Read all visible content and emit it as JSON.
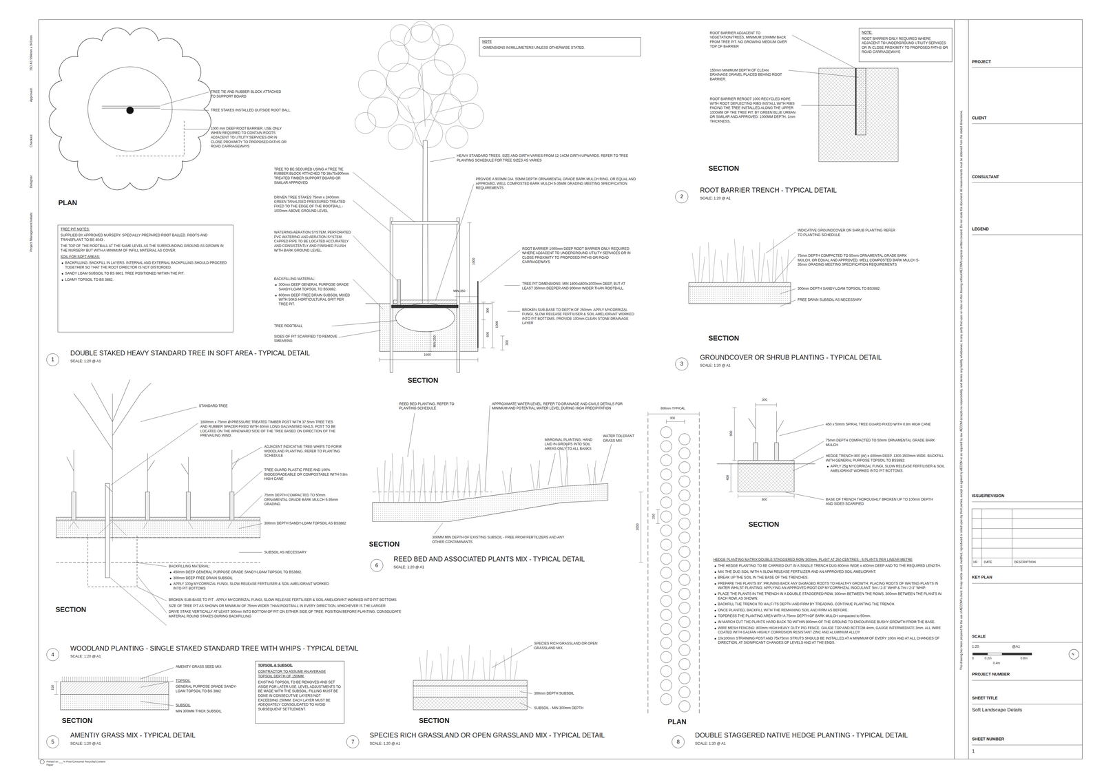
{
  "diagram": {
    "nodes": [
      {
        "text": [
          "TREE PIT NOTES:",
          "SUPPLIED BY APPROVED NURSERY. SPECIALLY PREPARED ROOT BALLED. ROOTS AND TRANSPLANT TO BS 4043 .",
          "THE TOP OF THE ROOTBALL AT THE SAME LEVEL AS THE SURROUNDING GROUND AS GROWN IN THE NURSERY BUT WITH A MINIMUM OF INFILL MATERIAL AS COVER.",
          "SOIL FOR SOFT AREAS:",
          "BACKFILLING: BACKFILL IN LAYERS. INTERNAL AND EXTERNAL BACKFILLING SHOULD PROCEED TOGETHER SO THAT THE ROOT DIRECTOR IS NOT DISTORDED.",
          "SANDY LOAM SUBSOIL TO BS 8601. TREE POSITIONED WITHIN THE PIT.",
          "LOAMY TOPSOIL TO BS 3882."
        ]
      },
      {
        "text": [
          "NOTE",
          "-DIMENSIONS IN MILLIMETERS UNLESS OTHERWISE STATED."
        ]
      },
      {
        "text": [
          "NOTE:",
          "ROOT BARRIER ONLY REQUIRED WHERE ADJACENT TO UNDERGROUND UTILITY SERVICES OR IN CLOSE PROXIMITY TO PROPOSED PATHS OR ROAD CARRIAGEWAYS"
        ]
      },
      {
        "text": [
          "TOPSOIL & SUBSOIL",
          "CONTRACTOR TO ASSUME AN AVERAGE TOPSOIL DEPTH OF 150MM.",
          "EXISTING TOPSOIL TO BE REMOVED AND SET ASIDE FOR LATER USE. LEVEL ADJUSTMENTS TO BE MADE WITH THE SUBSOIL. FILLING MUST BE DONE IN CONSECUTIVE LAYERS NOT EXCEEDING 250MM. EACH LAYER MUST BE ADEQUATELY CONSOLIDATED TO AVOID SUBSEQUENT SETTLEMENT."
        ]
      },
      {
        "text": [
          "1"
        ]
      },
      {
        "text": [
          "2"
        ]
      },
      {
        "text": [
          "3"
        ]
      },
      {
        "text": [
          "4"
        ]
      },
      {
        "text": [
          "5"
        ]
      },
      {
        "text": [
          "6"
        ]
      },
      {
        "text": [
          "7"
        ]
      },
      {
        "text": [
          "8"
        ]
      }
    ],
    "labels": [
      "TREE TIE AND RUBBER BLOCK ATTACHED TO SUPPORT BOARD",
      "TREE STAKES INSTALLED OUTSIDE ROOT BALL",
      "1000 mm DEEP ROOT BARRIER. USE ONLY WHEN REQUIRED TO CONTAIN ROOTS ADJACENT TO UTILITY SERVICES OR IN CLOSE PROXIMITY TO PROPOSED PATHS OR ROAD CARRIAGEWAYS",
      "PLAN",
      "DOUBLE STAKED HEAVY STANDARD TREE IN SOFT AREA - TYPICAL DETAIL",
      "SCALE: 1:20 @ A1",
      "TREE TO BE SECURED USING A TREE TIE RUBBER BLOCK ATTACHED TO 38x75x900mm TREATED TIMBER SUPPORT BOARD OR SIMILAR APPROVED",
      "DRIVEN TREE STAKES 75mm x 2400mm GREEN TANALISED PRESSURED TREATED FIXED TO THE EDGE OF THE ROOTBALL - 1000mm ABOVE GROUND LEVEL",
      "WATERING/AERATION SYSTEM, PERFORATED PVC WATERING AND AERATION SYSTEM. CAPPED PIPE TO BE LOCATED ACCURATELY AND CONSISTENTLY AND FINISHED FLUSH WITH BARK GROUND LEVEL.",
      "BACKFILLING MATERIAL:",
      "300mm DEEP GENERAL PURPOSE GRADE SANDY-LOAM TOPSOIL TO BS3882.",
      "600mm DEEP FREE DRAIN SUBSOIL MIXED WITH 50KG HORTICULTURAL GRIT PER TREE PIT.",
      "TREE ROOTBALL",
      "SIDES OF PIT SCARIFIED TO REMOVE SMEARING",
      "HEAVY STANDARD TREES. SIZE AND GIRTH VARIES FROM 12-14CM GIRTH UPWARDS. REFER TO TREE PLANTING SCHEDULE FOR TREE SIZES AS VARIES",
      "PROVIDE A 900MM DIA. 50MM DEPTH ORNAMENTAL GRADE BARK MULCH RING, OR EQUAL AND APPROVED, WELL COMPOSTED BARK MULCH 5-35MM GRADING MEETING SPECIFICATION REQUIREMENTS",
      "ROOT BARRIER 1000mm DEEP ROOT BARRIER ONLY REQUIRED WHERE ADJACENT TO UNDERGROUND UTILITY SERVICES OR IN CLOSE PROXIMITY TO PROPOSED PATHS OR ROAD CARRIAGEWAYS",
      "TREE PIT DIMENSIONS: MIN 1600x1600x1000mm DEEP, BUT AT LEAST 350mm DEEPER AND 800mm WIDER THAN ROOTBALL.",
      "BROKEN SUB-BASE TO DEPTH OF 250mm. APPLY MYCORRIZAL FUNGI, SLOW RELEASE FERTILISER & SOIL AMELIORANT WORKED INTO PIT BOTTOMS. PROVIDE 100mm CLEAN STONE DRAINAGE LAYER",
      "1000",
      "MIN 350",
      "300",
      "600",
      "1000",
      "300",
      "MIN 250",
      "1600",
      "SECTION",
      "ROOT BARRIER ADJACENT TO VEGETATION/TREES, MINIMUM 1000MM BACK FROM TREE PIT. NO GROWING MEDIUM OVER TOP OF BARRIER",
      "150mm MINIMUM DEPTH OF CLEAN DRAINAGE GRAVEL PLACED BEHIND ROOT BARRIER.",
      "ROOT BARRIER REROOT 1000 RECYCLED HDPE WITH ROOT DEFLECTING RIBS INSTALL WITH RIBS FACING THE TREE INSTALLED ALONG THE UPPER 1000MM OF THE TREE PIT. BY GREEN BLUE URBAN OR SIMILAR AND APPROVED. 1000MM DEPTH, 1mm THICKNESS,",
      "SECTION",
      "ROOT BARRIER TRENCH - TYPICAL DETAIL",
      "SCALE: 1:20 @ A1",
      "INDICATIVE GROUNDCOVER OR SHRUB PLANTING REFER TO PLANTING SCHEDULE",
      "75mm DEPTH COMPACTED TO 50mm ORNAMENTAL GRADE BARK MULCH, OR EQUAL AND APPROVED, WELL COMPOSTED BARK MULCH 5-35mm GRADING MEETING SPECIFICATION REQUIREMENTS",
      "300mm DEPTH SANDY-LOAM TOPSOIL TO BS3882",
      "FREE DRAIN SUBSOIL AS NECESSARY",
      "SECTION",
      "GROUNDCOVER OR SHRUB PLANTING - TYPICAL DETAIL",
      "SCALE: 1:20 @ A1",
      "STANDARD TREE",
      "1800mm x 75mm Ø PRESSURE TREATED TIMBER POST WITH 37.5mm TREE TIES AND RUBBER SPACER FIXED WITH 40mm LONG GALVANISED NAILS. POST TO BE LOCATED ON THE WINDWARD SIDE OF THE TREE BASED ON DIRECTION OF THE PREVAILING WIND.",
      "ADJACENT INDICATIVE TREE WHIPS TO FORM WOODLAND PLANTING. REFER TO PLANTING SCHEDULE",
      "TREE GUARD PLASTIC FREE AND 100% BIODEGRADEABLE OR COMPOSTABLE WITH 0.8m HIGH CANE",
      "75mm DEPTH COMPACTED TO 50mm ORNAMENTAL GRADE BARK MULCH 5-35mm GRADING",
      "300mm DEPTH SANDY-LOAM TOPSOIL AS BS3882",
      "SUBSOIL AS NECESSARY",
      "BACKFILLING MATERIAL:",
      "450mm DEEP GENERAL PURPOSE GRADE SANDY-LOAM TOPSOIL TO BS3882.",
      "300mm DEEP FREE DRAIN SUBSOIL",
      "APPLY 100g MYCORRIZAL FUNGI, SLOW RELEASE FERTILISER & SOIL AMELIORANT WORKED INTO PIT BOTTOMS",
      "BROKEN SUB-BASE TO PIT . APPLY MYCORRIZAL FUNGI, SLOW RELEASE FERTILISER & SOIL AMELIORANT WORKED INTO PIT BOTTOMS",
      "SIZE OF TREE PIT AS SHOWN OR MINIMUM OF 75mm WIDER THAN ROOTBALL IN EVERY DIRECTION, WHICHEVER IS THE LARGER",
      "DRIVE STAKE VERTICALLY AT LEAST 300mm INTO BOTTOM OF PIT ON EITHER SIDE OF TREE. POSITION BEFORE PLANTING. CONSOLIDATE MATERIAL ROUND STAKES DURING BACKFILLING",
      "SECTION",
      "WOODLAND PLANTING - SINGLE STAKED STANDARD TREE WITH WHIPS - TYPICAL DETAIL",
      "SCALE: 1:20 @ A1",
      "AMENITY GRASS SEED MIX",
      "TOPSOIL",
      "GENERAL PURPOSE GRADE SANDY-LOAM TOPSOIL TO BS 3882",
      "SUBSOIL",
      "MIN 300MM THICK SUBSOIL",
      "150",
      "SECTION",
      "AMENTIY GRASS MIX - TYPICAL DETAIL",
      "SCALE: 1:20 @ A1",
      "REED BED PLANTING. REFER TO PLANTING SCHEDULE",
      "APPROXIMATE WATER LEVEL. REFER TO DRAINAGE AND CIVILS DETAILS FOR MINIMUM AND POTENTIAL WATER LEVEL DURING HIGH PRECIPITATION",
      "MARGINAL PLANTING, HAND LAID IN GROUPS INTO SOIL AREAS ONLY TO ALL BANKS",
      "WATER TOLERANT GRASS MIX",
      "300MM MIN DEPTH OF EXISTING SUBSOIL - FREE FROM FERTILIZERS AND ANY OTHER CONTAMINANTS",
      "SECTION",
      "REED BED AND ASSOCIATED PLANTS MIX - TYPICAL DETAIL",
      "SCALE: 1:20 @ A1",
      "SPECIES RICH GRASSLAND OR OPEN GRASSLAND MIX.",
      "300mm DEPTH SUBSOIL",
      "SUBSOIL - MIN 300mm DEPTH",
      "SECTION",
      "SPECIES RICH GRASSLAND OR OPEN GRASSLAND MIX - TYPICAL DETAIL",
      "SCALE: 1:20 @ A1",
      "800mm TYPICAL",
      "300",
      "1000",
      "250",
      "PLAN",
      "300",
      "900",
      "400",
      "800",
      "450 x 50mm SPIRAL TREE GUARD FIXED WITH 0.8m HIGH CANE",
      "75mm DEPTH COMPACTED TO 50mm ORNAMENTAL GRADE BARK MULCH",
      "HEDGE TRENCH 800 (W) x 400mm DEEP. 1300-1500mm WIDE. BACKFILL WITH GENERAL PURPOSE TOPSOIL TO BS3882:",
      "APPLY 25g MYCORRIZAL FUNGI, SLOW RELEASE FERTILISER & SOIL AMELIORANT WORKED INTO PIT BOTTOMS.",
      "BASE OF TRENCH THOROUGHLY BROKEN UP TO 100mm DEPTH AND SIDES SCARIFIED",
      "SECTION",
      "HEDGE PLANTING MATRIX DOUBLE STAGGERED ROW 300mm. PLANT AT 250 CENTRES - 5 PLANTS PER LINEAR METRE",
      "THE HEDGE PLANTING TO BE CARRIED OUT IN A SINGLE TRENCH DUG 800mm WIDE x 400mm DEEP AND TO THE REQUIRED LENGTH.",
      "MIX THE DUG SOIL WITH A SLOW RELEASE FERTILIZER AND AN APPROVED SOIL AMELIORANT.",
      "BREAK UP THE SOIL IN THE BASE OF THE TRENCHES.",
      "PREPARE THE PLANTS BY: PRUNING BACK ANY DAMAGED ROOTS TO HEALTHY GROWTH; PLACING ROOTS OF WAITING PLANTS IN WATER WHILST PLANTING; APPLYING AN APPROVED ROOT-DIP MYCORRHIZAL INOCULANT: 5ml / 2-3\" WHIP & 7ml / 2-3\" WHIP.",
      "PLACE THE PLANTS IN THE TRENCH IN A DOUBLE STAGGERED ROW, 300mm BETWEEN THE ROWS, 300mm BETWEEN THE PLANTS IN EACH ROW, AS SHOWN.",
      "BACKFILL THE TRENCH TO HALF ITS DEPTH AND FIRM BY TREADING. CONTINUE PLANTING THE TRENCH.",
      "ONCE PLANTED, BACKFILL WITH THE REMAINING SOIL AND FIRM AS BEFORE.",
      "TOPDRESS THE PLANTING AREA WITH A 75mm DEPTH OF BARK MULCH compacted to 50mm.",
      "IN MARCH CUT THE PLANTS HARD BACK TO WITHIN 800mm OF THE GROUND TO ENCOURAGE BUSHY GROWTH FROM THE BASE.",
      "WIRE MESH FENCING: 800mm HIGH HEAVY DUTY PIG FENCE. GAUGE TOP AND BOTTOM 4mm, GAUGE INTERMEDIATE 3mm. ALL WIRE COATED WITH GALFAN HIGHLY CORROSION RESISTANT ZINC AND ALUMINUM ALLOY",
      "10x100mm STRAINING POST AND 75x75mm STRUTS SHOULD BE INSTALLED AT A MINIMUM OF EVERY 100m AND AT ALL CHANGES OF DIRECTION, AT SIGNIFICANT CHANGES OF LEVELS AND AT THE ENDS.",
      "DOUBLE STAGGERED NATIVE HEDGE PLANTING - TYPICAL DETAIL",
      "SCALE: 1:20 @ A1",
      "This drawing has been prepared for the use of AECOM's client. It may not be used, modified, reproduced or relied upon by third parties, except as agreed by AECOM or as required by law. AECOM accepts no responsibility, and denies any liability whatsoever, to any party that uses or relies on this drawing without AECOM's express written consent. Do not scale this document. All measurements must be obtained from the stated dimensions.",
      "PROJECT",
      "CLIENT",
      "CONSULTANT",
      "LEGEND",
      "ISSUE/REVISION",
      "I/R",
      "DATE",
      "DESCRIPTION",
      "KEY PLAN",
      "SCALE",
      "1:20",
      "@A1",
      "0",
      "0.2m",
      "0.8m",
      "0.4m",
      "N",
      "PROJECT NUMBER",
      "SHEET TITLE",
      "Soft Landscape Details",
      "SHEET NUMBER",
      "1",
      "Printed on ___% Post-Consumer Recycled Content Paper",
      "ISO A1 594mm x 841mm",
      "Approved:",
      "Checked:",
      "Designer:",
      "Project Management Initials:"
    ]
  }
}
